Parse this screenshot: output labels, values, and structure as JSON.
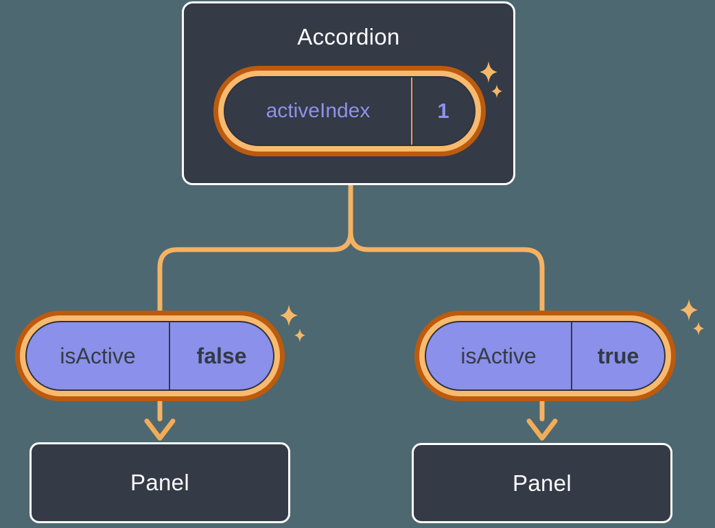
{
  "diagram": {
    "accordion": {
      "title": "Accordion",
      "pill": {
        "label": "activeIndex",
        "value": "1"
      }
    },
    "children": [
      {
        "pill": {
          "label": "isActive",
          "value": "false"
        },
        "panel_title": "Panel"
      },
      {
        "pill": {
          "label": "isActive",
          "value": "true"
        },
        "panel_title": "Panel"
      }
    ],
    "icons": {
      "sparkle": "sparkle-icon",
      "arrow": "arrow-down-icon"
    },
    "colors": {
      "background": "#4D6871",
      "box_fill": "#343A46",
      "box_border": "#FFFFFF",
      "box_title_text": "#FCFDFE",
      "pill_ring_outer": "#BC5A0E",
      "pill_ring_inner": "#F8BA6E",
      "pill_dark_outline": "#2D323E",
      "state_pill_fill": "#343A46",
      "state_pill_text": "#8E92EB",
      "state_pill_divider": "#E8A050",
      "prop_pill_fill": "#8B90EA",
      "prop_pill_text": "#353B46",
      "prop_pill_divider": "#333945",
      "connector_line": "#F5B263",
      "arrow": "#F2AC58",
      "sparkle": "#F5B869"
    }
  }
}
